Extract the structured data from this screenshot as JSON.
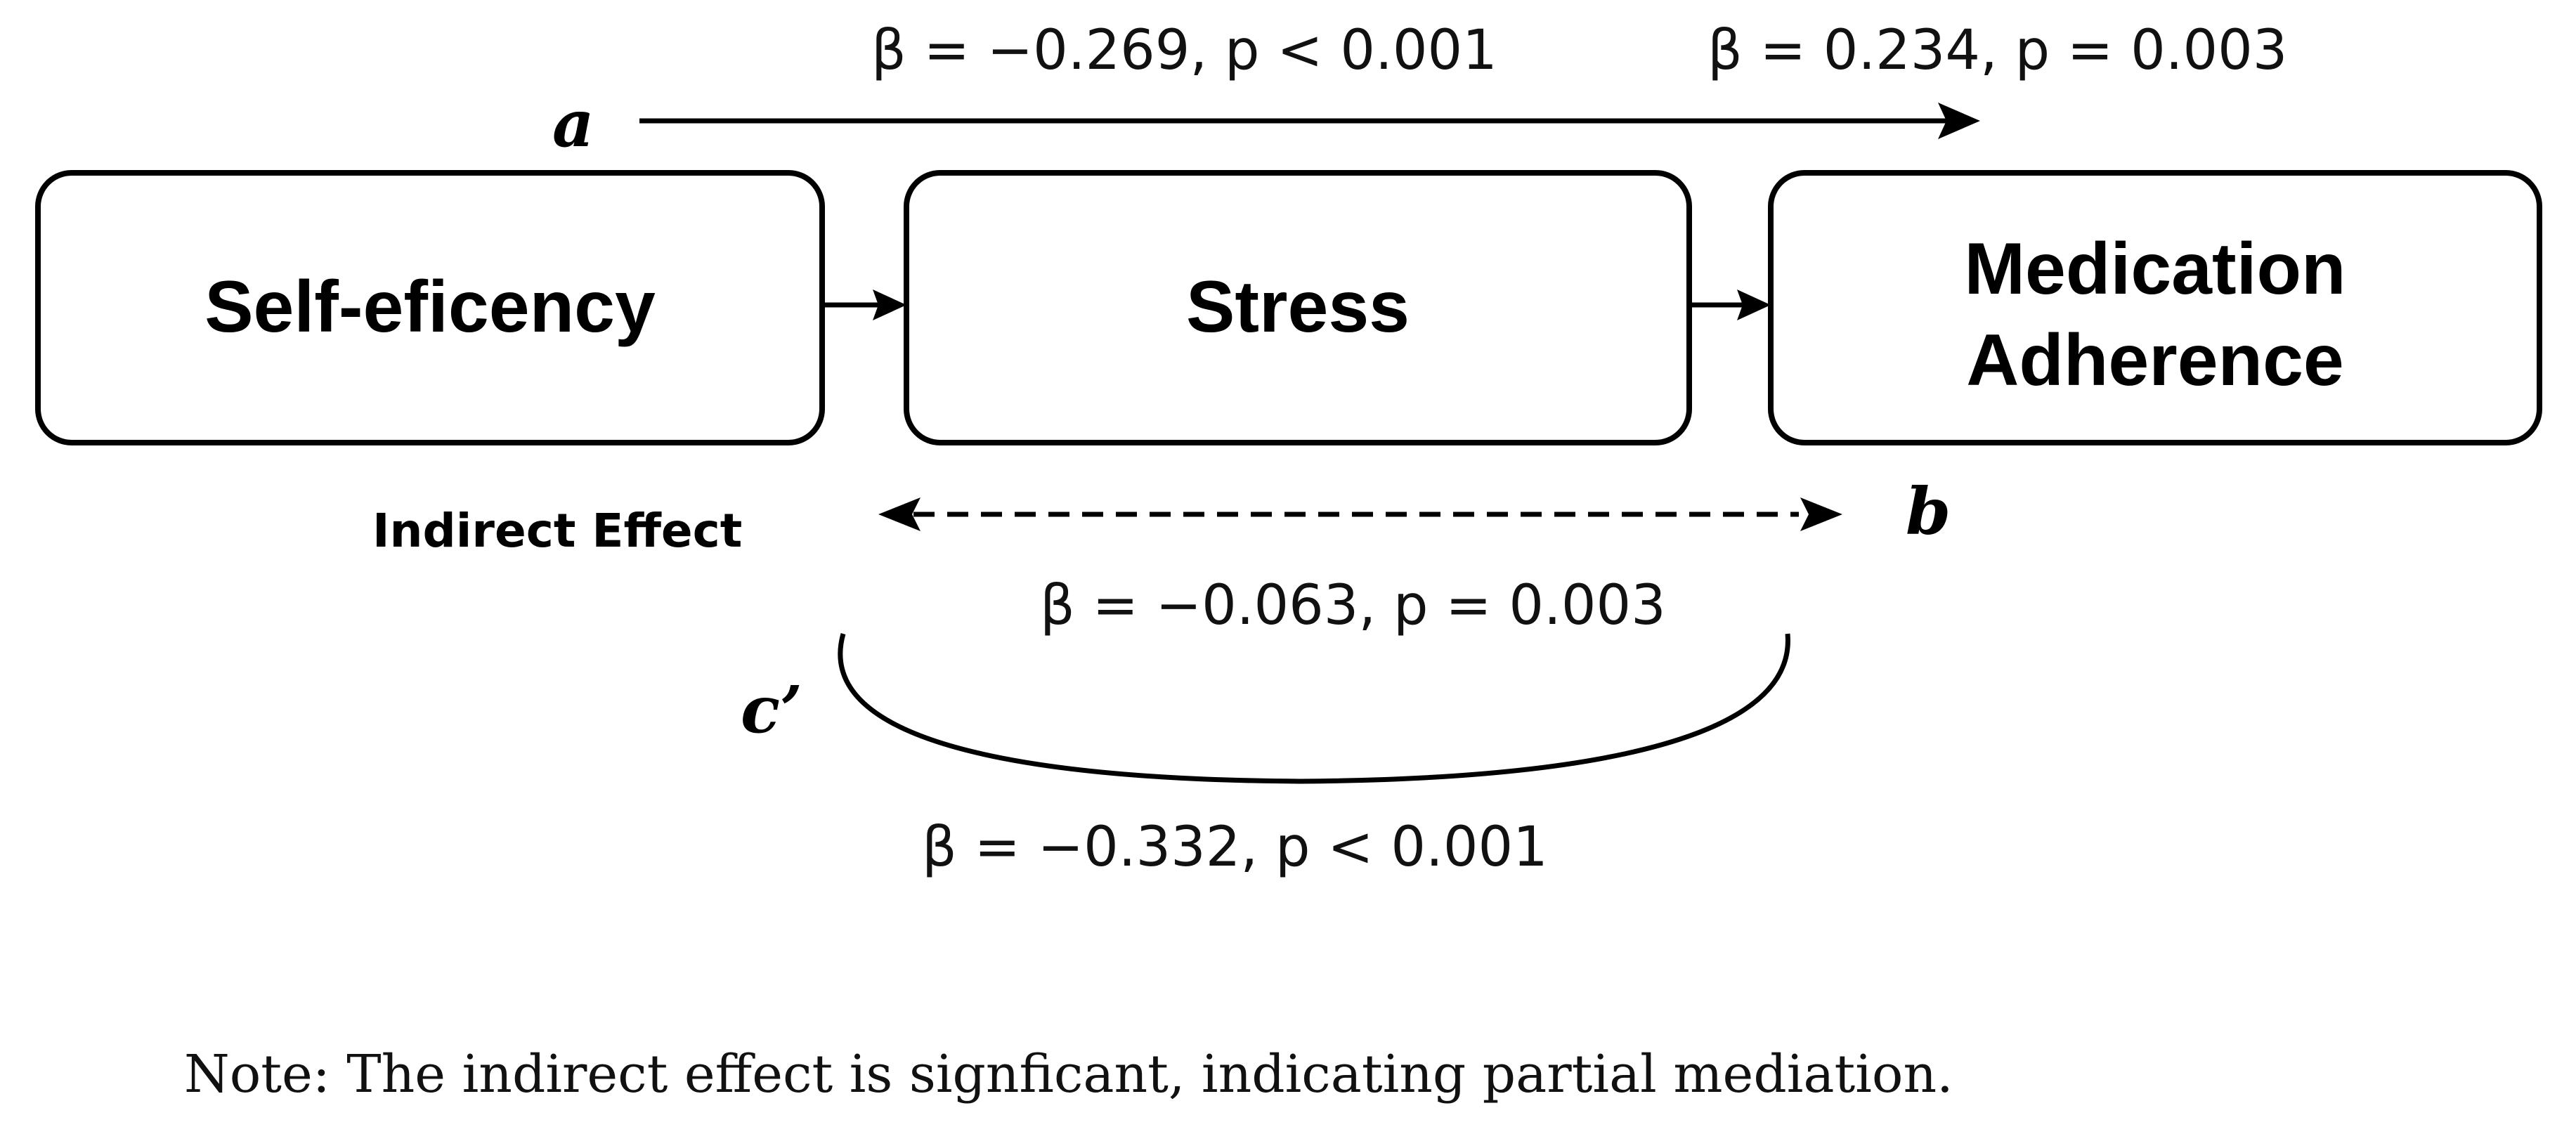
{
  "boxes": {
    "self_efficacy": {
      "label": "Self-eficency"
    },
    "stress": {
      "label": "Stress"
    },
    "adherence": {
      "line1": "Medication",
      "line2": "Adherence"
    }
  },
  "paths": {
    "a": {
      "letter": "a",
      "stat_left": "β = −0.269, p < 0.001",
      "stat_right": "β = 0.234, p = 0.003"
    },
    "b": {
      "letter": "b"
    },
    "c_prime": {
      "letter": "c’",
      "stat": "β = −0.332, p < 0.001"
    },
    "indirect": {
      "label": "Indirect Effect",
      "stat": "β = −0.063, p = 0.003"
    }
  },
  "note": "Note: The indirect effect is signficant, indicating partial mediation."
}
